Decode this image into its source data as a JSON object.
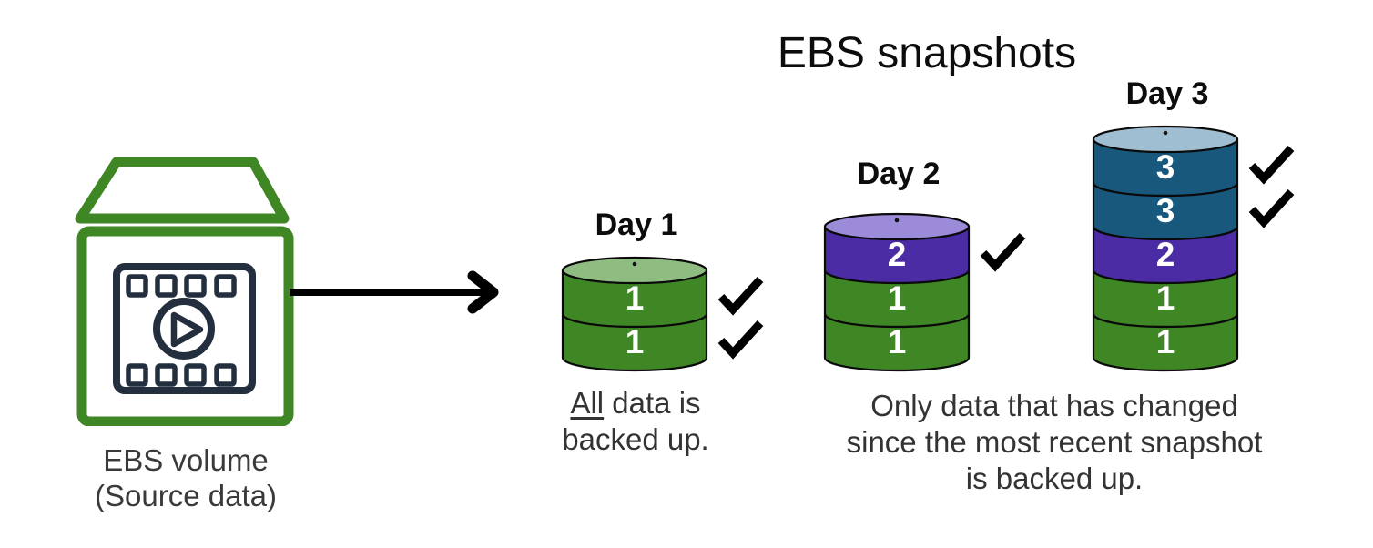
{
  "diagram_title": "EBS snapshots",
  "source_volume": {
    "caption_lines": [
      "EBS volume",
      "(Source data)"
    ],
    "icon": "media-volume-box-icon",
    "outline_color": "#3F8624",
    "glyph_color": "#232F3E"
  },
  "arrow": {
    "direction": "right",
    "color": "#000000"
  },
  "checkmark_color": "#000000",
  "cylinder_outline_color": "#0a0a0a",
  "segment_number_color": "#ffffff",
  "snapshot_stacks": [
    {
      "day_label": "Day 1",
      "top_ellipse_color": "#8FBC80",
      "segments": [
        {
          "label": "1",
          "color": "#3F8624"
        },
        {
          "label": "1",
          "color": "#3F8624"
        }
      ],
      "checkmark_count": 2
    },
    {
      "day_label": "Day 2",
      "top_ellipse_color": "#9C8BD9",
      "segments": [
        {
          "label": "2",
          "color": "#4B2CA5"
        },
        {
          "label": "1",
          "color": "#3F8624"
        },
        {
          "label": "1",
          "color": "#3F8624"
        }
      ],
      "checkmark_count": 1
    },
    {
      "day_label": "Day 3",
      "top_ellipse_color": "#A0BED2",
      "segments": [
        {
          "label": "3",
          "color": "#17587C"
        },
        {
          "label": "3",
          "color": "#17587C"
        },
        {
          "label": "2",
          "color": "#4B2CA5"
        },
        {
          "label": "1",
          "color": "#3F8624"
        },
        {
          "label": "1",
          "color": "#3F8624"
        }
      ],
      "checkmark_count": 2
    }
  ],
  "captions": {
    "day1": {
      "underlined_word": "All",
      "after_underlined": " data is",
      "line2": "backed up."
    },
    "days_2_3_lines": [
      "Only data that has changed",
      "since the most recent snapshot",
      "is backed up."
    ]
  }
}
